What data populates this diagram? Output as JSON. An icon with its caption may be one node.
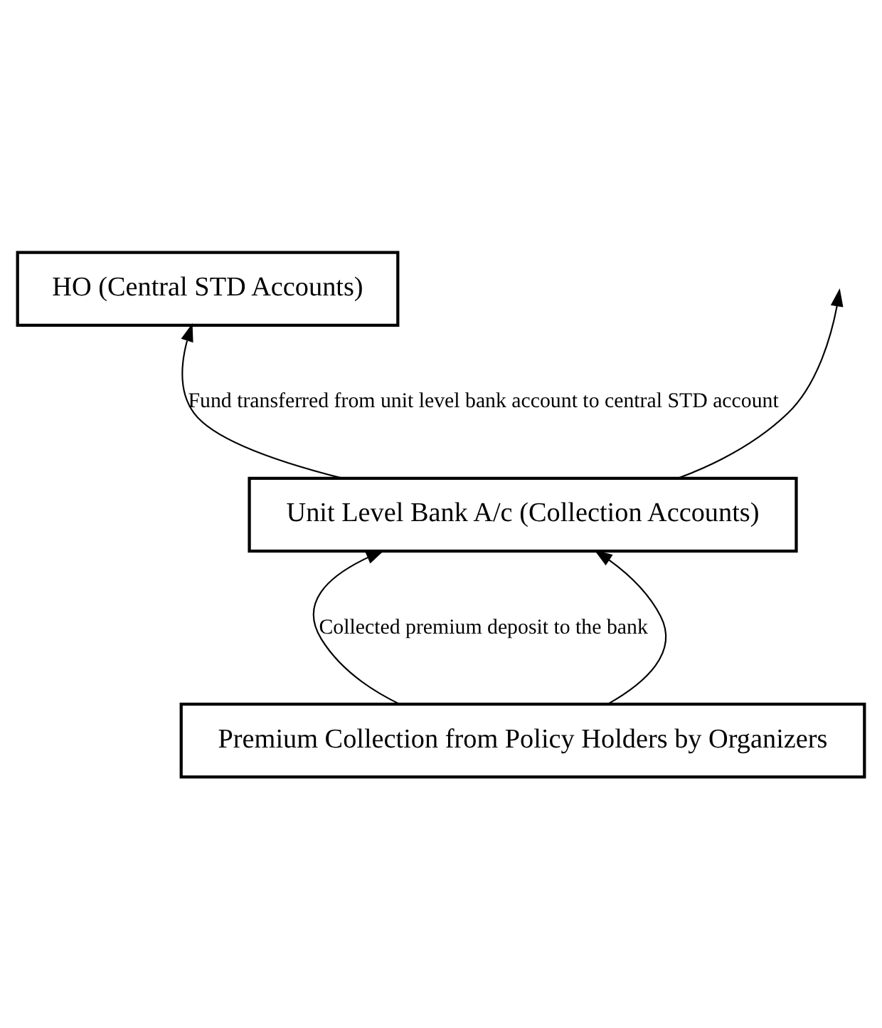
{
  "diagram": {
    "nodes": [
      {
        "text": [
          "HO (Central STD Accounts)"
        ]
      },
      {
        "text": [
          "Unit Level Bank A/c (Collection Accounts)"
        ]
      },
      {
        "text": [
          "Premium Collection from Policy Holders by Organizers"
        ]
      }
    ],
    "edges": [
      {
        "from": 1,
        "to": 0,
        "arrow": "to",
        "label": "Fund transferred from unit level bank account to central STD account"
      },
      {
        "from": 1,
        "to": null,
        "arrow": "to"
      },
      {
        "from": 2,
        "to": 1,
        "arrow": "to",
        "label": "Collected premium deposit to the bank"
      },
      {
        "from": 2,
        "to": 1,
        "arrow": "to"
      }
    ]
  }
}
